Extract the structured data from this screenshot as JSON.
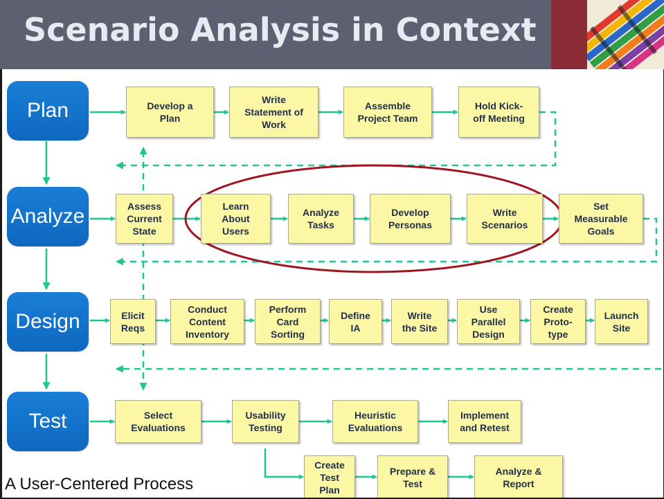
{
  "title": "Scenario Analysis in Context",
  "footer": "A User-Centered Process",
  "colors": {
    "title_bar": "#5d6070",
    "title_text": "#e8eaf2",
    "accent_panel": "#8a2b36",
    "phase_box": "#1a7ed6",
    "step_box": "#fbf7a4",
    "step_text": "#1f2f4a",
    "connector": "#1fc58e",
    "highlight_ellipse": "#a0141e"
  },
  "phases": {
    "plan": "Plan",
    "analyze": "Analyze",
    "design": "Design",
    "test": "Test"
  },
  "steps": {
    "plan": [
      "Develop a\nPlan",
      "Write\nStatement of\nWork",
      "Assemble\nProject Team",
      "Hold Kick-\noff Meeting"
    ],
    "analyze": [
      "Assess\nCurrent\nState",
      "Learn\nAbout\nUsers",
      "Analyze\nTasks",
      "Develop\nPersonas",
      "Write\nScenarios",
      "Set\nMeasurable\nGoals"
    ],
    "design": [
      "Elicit\nReqs",
      "Conduct\nContent\nInventory",
      "Perform\nCard\nSorting",
      "Define\nIA",
      "Write\nthe Site",
      "Use\nParallel\nDesign",
      "Create\nProto-\ntype",
      "Launch\nSite"
    ],
    "test": [
      "Select\nEvaluations",
      "Usability\nTesting",
      "Heuristic\nEvaluations",
      "Implement\nand Retest"
    ],
    "test_sub": [
      "Create\nTest\nPlan",
      "Prepare &\nTest",
      "Analyze &\nReport"
    ]
  },
  "decoration": {
    "title_image": "crayons-photo",
    "highlight": "red-ellipse-around-analyze-steps"
  }
}
